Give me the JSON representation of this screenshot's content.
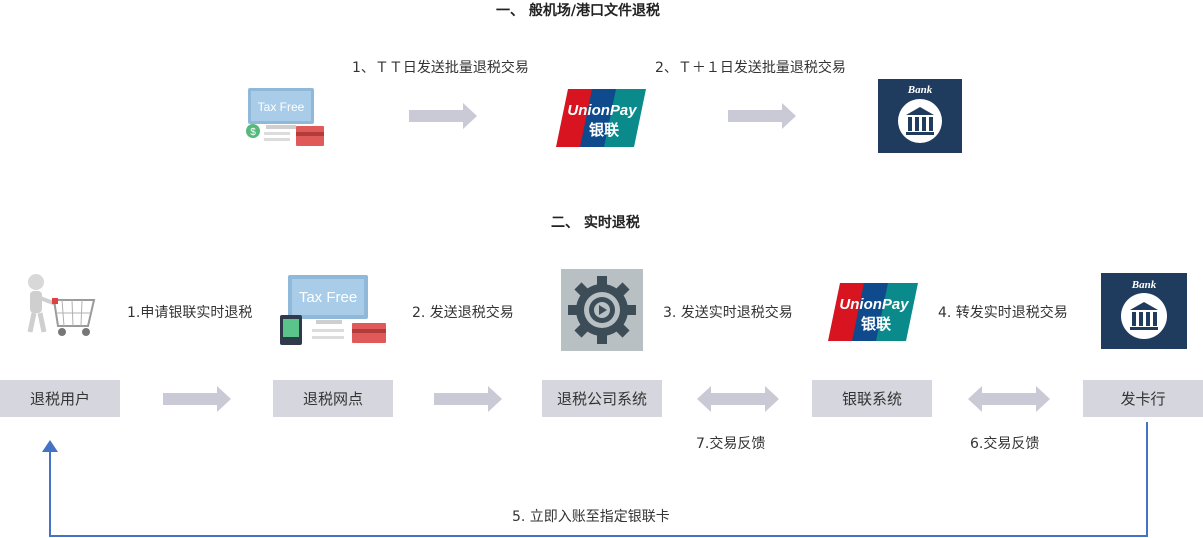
{
  "section1": {
    "title": "一、 般机场/港口文件退税",
    "step1": "1、ＴＴ日发送批量退税交易",
    "step2": "2、Ｔ＋１日发送批量退税交易",
    "icons": [
      "tax-free-terminal",
      "unionpay-logo",
      "bank-logo"
    ]
  },
  "section2": {
    "title": "二、 实时退税",
    "nodes": [
      {
        "name": "退税用户"
      },
      {
        "name": "退税网点"
      },
      {
        "name": "退税公司系统"
      },
      {
        "name": "银联系统"
      },
      {
        "name": "发卡行"
      }
    ],
    "labels": {
      "l1": "1.申请银联实时退税",
      "l2": "2. 发送退税交易",
      "l3": "3. 发送实时退税交易",
      "l4": "4. 转发实时退税交易",
      "l5": "5. 立即入账至指定银联卡",
      "l6": "6.交易反馈",
      "l7": "7.交易反馈"
    }
  },
  "logos": {
    "tax_free": "Tax Free",
    "unionpay_en": "UnionPay",
    "unionpay_cn": "银联",
    "bank": "Bank"
  },
  "colors": {
    "arrow": "#c9cad6",
    "box": "#d6d7de",
    "return_line": "#4472c4",
    "unionpay_red": "#d7141f",
    "unionpay_blue": "#0e4a8c",
    "unionpay_green": "#0a8a8a",
    "bank_bg": "#1f3b5e"
  }
}
